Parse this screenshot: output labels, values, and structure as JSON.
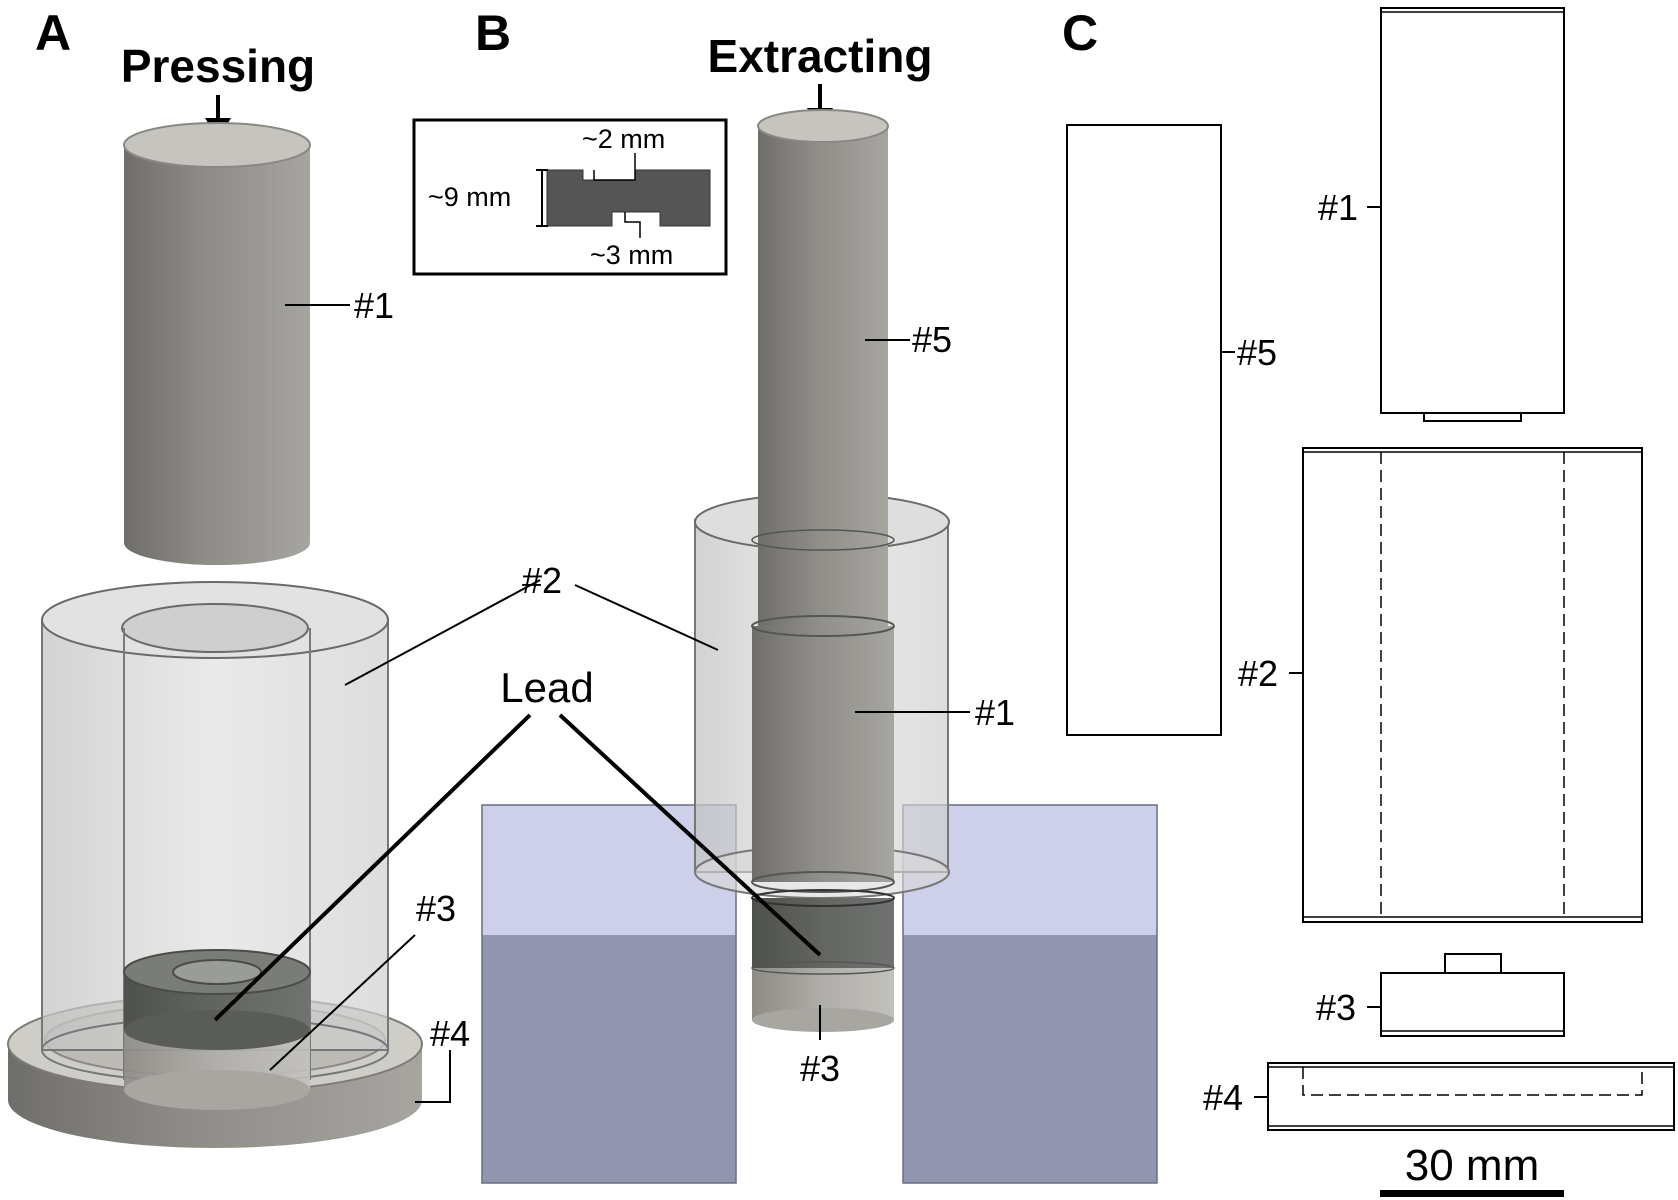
{
  "panels": {
    "a": {
      "letter": "A",
      "action": "Pressing"
    },
    "b": {
      "letter": "B",
      "action": "Extracting"
    },
    "c": {
      "letter": "C"
    }
  },
  "inset": {
    "top_dim": "~2 mm",
    "height_dim": "~9 mm",
    "bottom_dim": "~3 mm"
  },
  "labels": {
    "lead": "Lead",
    "p1": "#1",
    "p2": "#2",
    "p3": "#3",
    "p4": "#4",
    "p5": "#5"
  },
  "scale_bar": {
    "label": "30 mm"
  },
  "colors": {
    "steel_dark": "#7d7b76",
    "steel_light": "#a9a7a2",
    "glass": "#d2d2d2",
    "block_top": "#cdd0e8",
    "block_bottom": "#9196ae",
    "lead": "#5c5e5a"
  }
}
